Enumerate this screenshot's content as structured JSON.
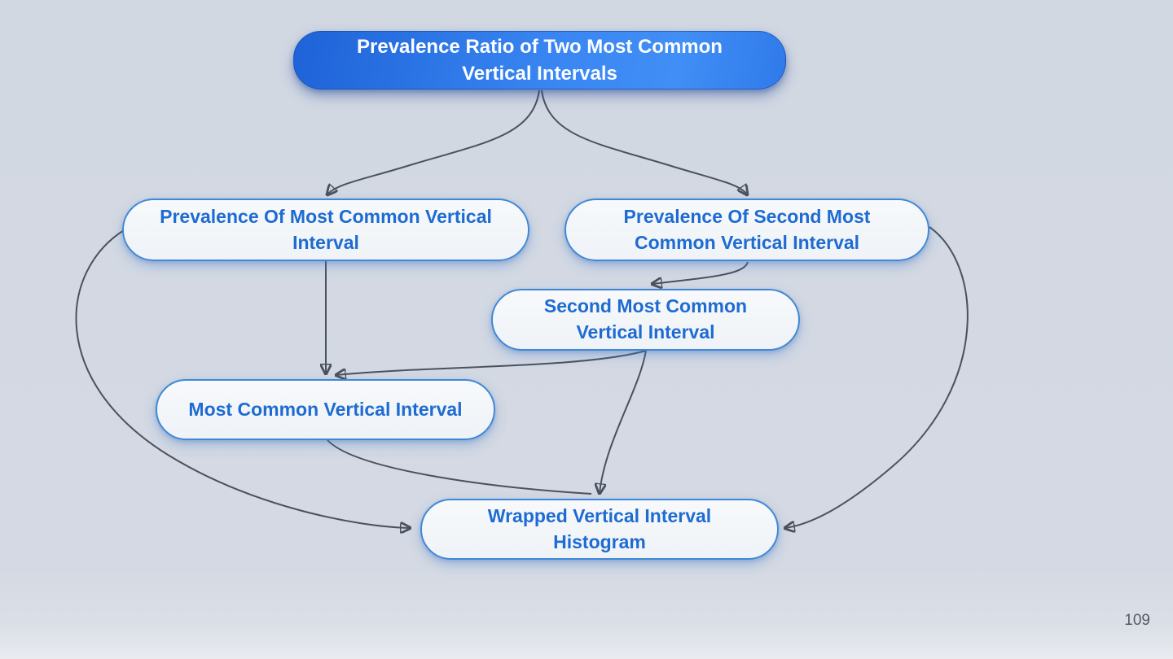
{
  "page": {
    "number": "109",
    "background": "#d4d9e2"
  },
  "colors": {
    "primary_node_fill_light": "#3f8cf6",
    "primary_node_fill_dark": "#1c60d4",
    "primary_node_text": "#fbfdff",
    "light_node_fill": "#f4f7fa",
    "light_node_border": "#3f88d8",
    "light_node_text": "#1e6bd2",
    "arrow": "#4b515e"
  },
  "diagram": {
    "nodes": [
      {
        "id": "root",
        "style": "primary",
        "label": "Prevalence Ratio of Two Most Common\nVertical Intervals"
      },
      {
        "id": "prev_most",
        "style": "light",
        "label": "Prevalence Of Most Common Vertical\nInterval"
      },
      {
        "id": "prev_second",
        "style": "light",
        "label": "Prevalence Of Second Most\nCommon Vertical Interval"
      },
      {
        "id": "second_most",
        "style": "light",
        "label": "Second Most Common\nVertical Interval"
      },
      {
        "id": "most_common",
        "style": "light",
        "label": "Most Common Vertical Interval"
      },
      {
        "id": "wrapped",
        "style": "light",
        "label": "Wrapped Vertical Interval\nHistogram"
      }
    ],
    "edges": [
      {
        "from": "root",
        "to": "prev_most"
      },
      {
        "from": "root",
        "to": "prev_second"
      },
      {
        "from": "prev_most",
        "to": "most_common"
      },
      {
        "from": "prev_second",
        "to": "second_most"
      },
      {
        "from": "second_most",
        "to": "most_common"
      },
      {
        "from": "second_most",
        "to": "wrapped"
      },
      {
        "from": "most_common",
        "to": "wrapped"
      },
      {
        "from": "prev_most",
        "to": "wrapped"
      },
      {
        "from": "prev_second",
        "to": "wrapped"
      }
    ]
  }
}
